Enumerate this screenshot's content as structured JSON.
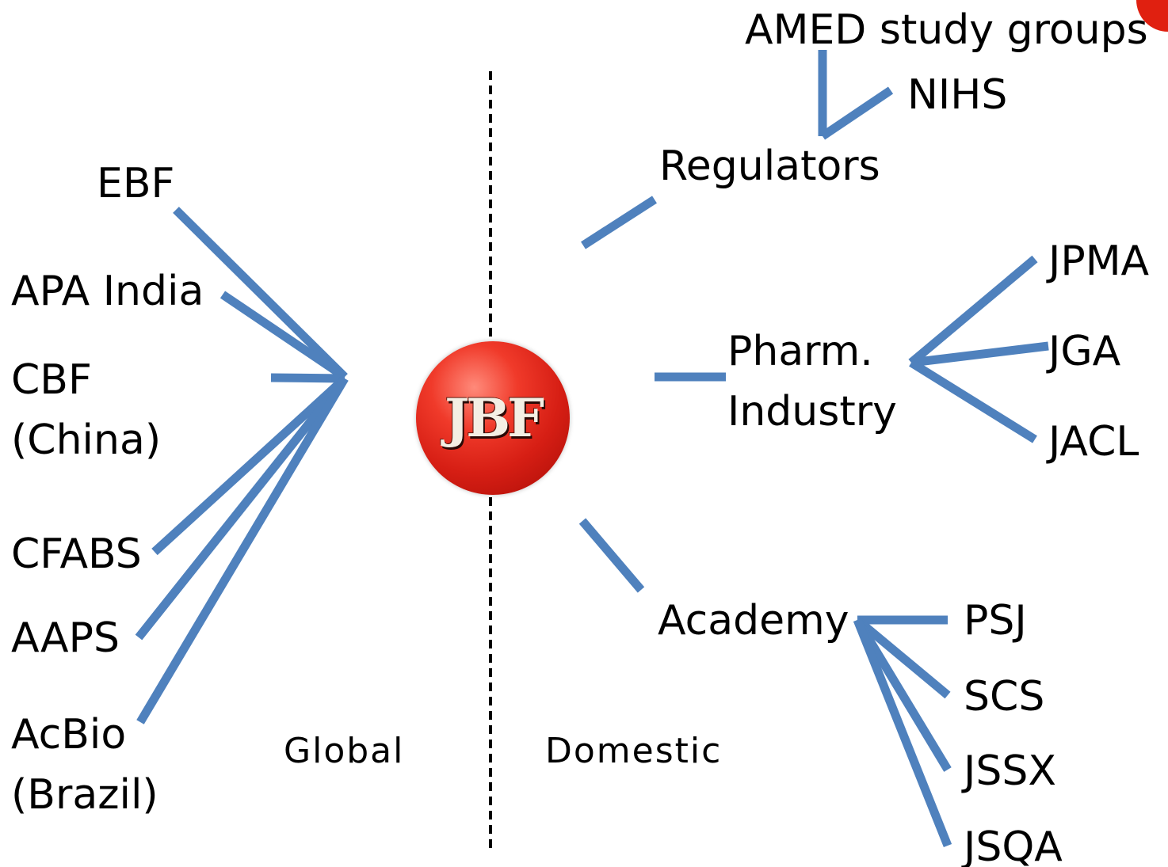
{
  "colors": {
    "connector": "#4f81bd",
    "divider": "#000000",
    "logo_red": "#d61e14"
  },
  "logo": {
    "text": "JBF"
  },
  "regions": {
    "left": "Global",
    "right": "Domestic"
  },
  "global_organizations": [
    {
      "id": "ebf",
      "label": "EBF"
    },
    {
      "id": "apa",
      "label": "APA India"
    },
    {
      "id": "cbf",
      "label": "CBF\n(China)"
    },
    {
      "id": "cfabs",
      "label": "CFABS"
    },
    {
      "id": "aaps",
      "label": "AAPS"
    },
    {
      "id": "acbio",
      "label": "AcBio\n(Brazil)"
    }
  ],
  "domestic_groups": {
    "regulators": {
      "label": "Regulators",
      "children": [
        "AMED study groups",
        "NIHS"
      ]
    },
    "industry": {
      "label": "Pharm.\nIndustry",
      "children": [
        "JPMA",
        "JGA",
        "JACL"
      ]
    },
    "academy": {
      "label": "Academy",
      "children": [
        "PSJ",
        "SCS",
        "JSSX",
        "JSQA"
      ]
    }
  }
}
